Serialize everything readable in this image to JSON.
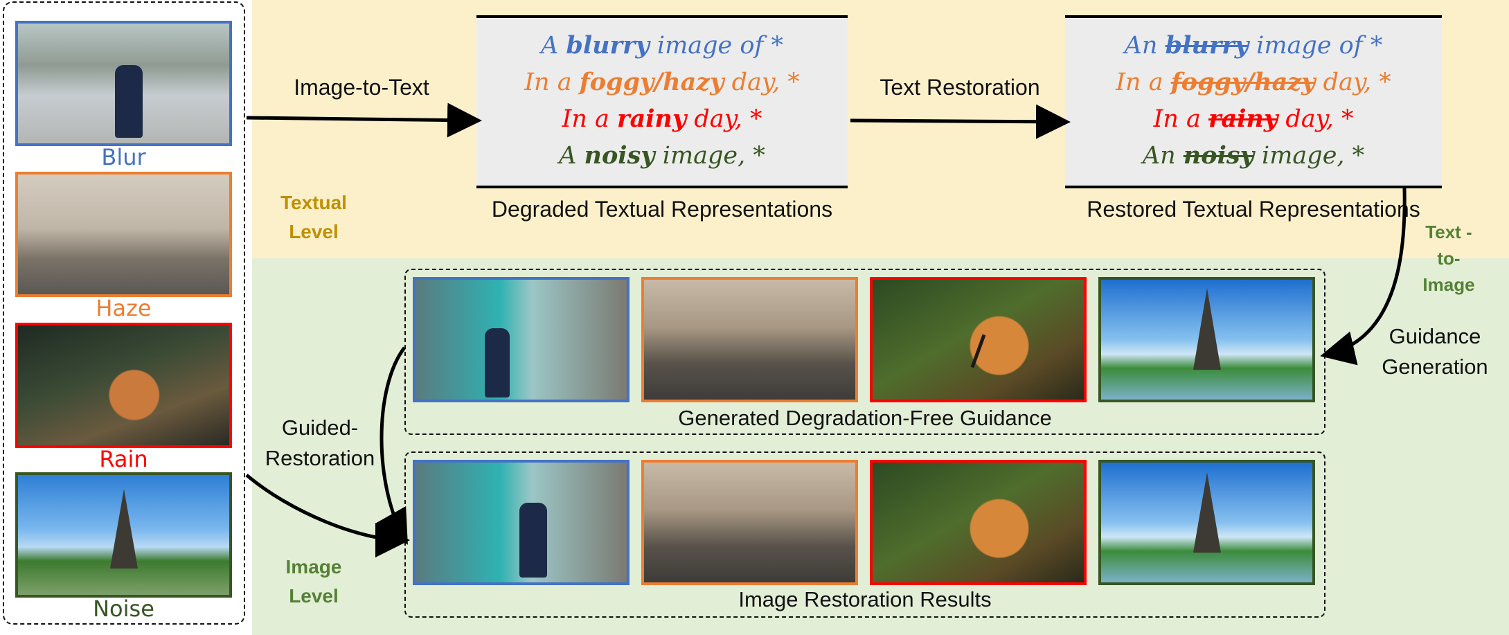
{
  "inputs": [
    {
      "name": "Blur",
      "color": "#4472c4"
    },
    {
      "name": "Haze",
      "color": "#ed7d31"
    },
    {
      "name": "Rain",
      "color": "#ff0000"
    },
    {
      "name": "Noise",
      "color": "#375623"
    }
  ],
  "arrows": {
    "image_to_text": "Image-to-Text",
    "text_restoration": "Text Restoration",
    "guidance_generation": "Guidance Generation",
    "guided_restoration": "Guided- Restoration"
  },
  "levels": {
    "textual": "Textual Level",
    "image": "Image Level",
    "text_to_image": "Text -to- Image"
  },
  "degraded_panel": {
    "lines": [
      {
        "prefix": "A ",
        "keyword": "blurry",
        "suffix": " image of *"
      },
      {
        "prefix": "In a ",
        "keyword": "foggy/hazy",
        "suffix": " day, *"
      },
      {
        "prefix": "In a ",
        "keyword": "rainy",
        "suffix": " day, *"
      },
      {
        "prefix": "A ",
        "keyword": "noisy",
        "suffix": " image, *"
      }
    ],
    "caption": "Degraded Textual Representations"
  },
  "restored_panel": {
    "lines": [
      {
        "prefix": "An ",
        "keyword": "blurry",
        "suffix": " image of *"
      },
      {
        "prefix": "In a ",
        "keyword": "foggy/hazy",
        "suffix": " day, *"
      },
      {
        "prefix": "In a ",
        "keyword": "rainy",
        "suffix": " day, *"
      },
      {
        "prefix": "An ",
        "keyword": "noisy",
        "suffix": " image, *"
      }
    ],
    "caption": "Restored Textual Representations"
  },
  "guidance_group": {
    "caption": "Generated Degradation-Free Guidance"
  },
  "results_group": {
    "caption": "Image Restoration Results"
  }
}
